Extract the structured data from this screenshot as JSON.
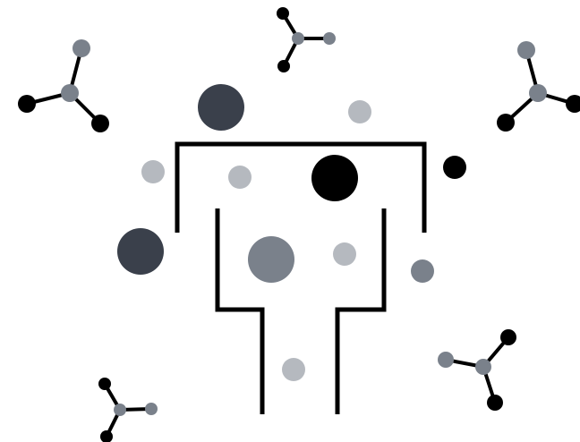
{
  "colors": {
    "background": "#ffffff",
    "wall": "#000000",
    "bond": "#000000",
    "particle_black": "#000000",
    "particle_dark": "#3a404b",
    "particle_mid": "#7a818b",
    "particle_light": "#b5b9bf"
  },
  "particle_kinds": [
    "black",
    "dark",
    "mid",
    "light"
  ],
  "molecule_atom_kinds": [
    "black",
    "mid"
  ]
}
